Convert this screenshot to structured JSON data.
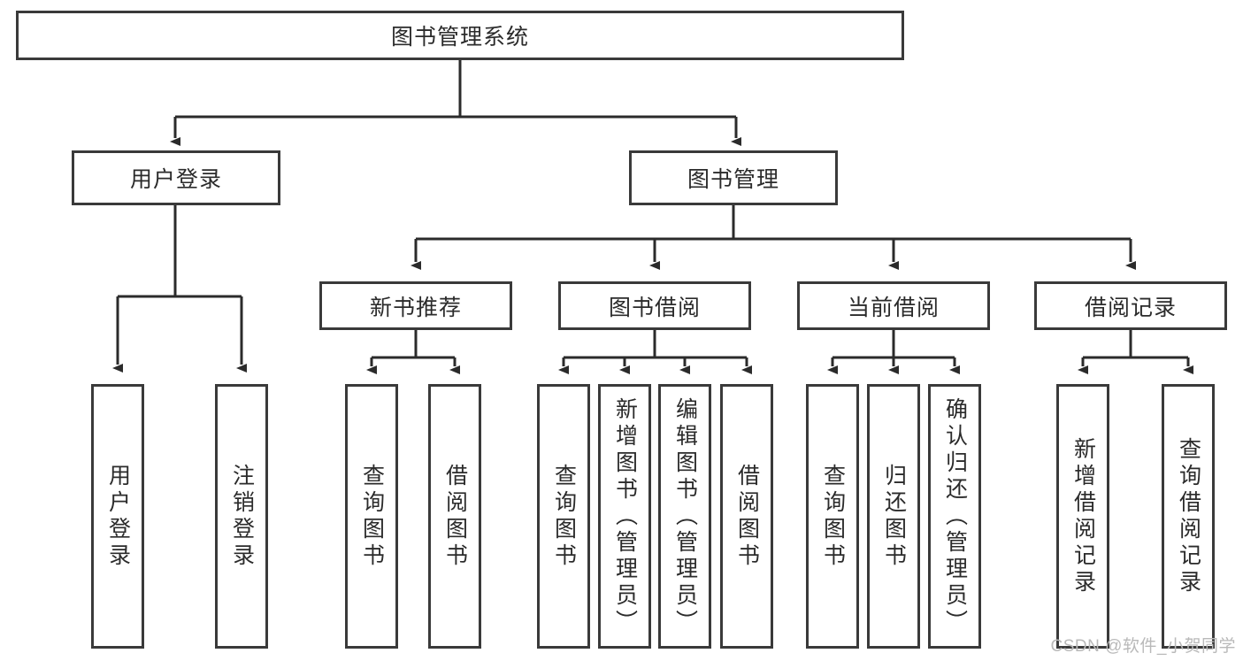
{
  "diagram": {
    "type": "tree",
    "title": "图书管理系统",
    "orientation": "top-down",
    "colors": {
      "box_border": "#3a3a3a",
      "box_fill": "#ffffff",
      "text": "#2b2b2b",
      "edge": "#2b2b2b",
      "watermark": "#b9b9b9",
      "background": "#ffffff"
    },
    "levels": {
      "root": "图书管理系统",
      "level2": [
        "用户登录",
        "图书管理"
      ],
      "level3": [
        "新书推荐",
        "图书借阅",
        "当前借阅",
        "借阅记录"
      ]
    },
    "nodes": {
      "root": {
        "label": "图书管理系统",
        "orientation": "horizontal"
      },
      "user_login": {
        "label": "用户登录",
        "orientation": "horizontal"
      },
      "book_manage": {
        "label": "图书管理",
        "orientation": "horizontal"
      },
      "new_book_rec": {
        "label": "新书推荐",
        "orientation": "horizontal"
      },
      "book_borrow": {
        "label": "图书借阅",
        "orientation": "horizontal"
      },
      "current_borrow": {
        "label": "当前借阅",
        "orientation": "horizontal"
      },
      "borrow_record": {
        "label": "借阅记录",
        "orientation": "horizontal"
      },
      "leaf_user_login": {
        "label": "用户登录",
        "orientation": "vertical"
      },
      "leaf_logout": {
        "label": "注销登录",
        "orientation": "vertical"
      },
      "leaf_query_book_1": {
        "label": "查询图书",
        "orientation": "vertical"
      },
      "leaf_borrow_book_1": {
        "label": "借阅图书",
        "orientation": "vertical"
      },
      "leaf_query_book_2": {
        "label": "查询图书",
        "orientation": "vertical"
      },
      "leaf_add_book": {
        "label": "新增图书（管理员）",
        "orientation": "vertical"
      },
      "leaf_edit_book": {
        "label": "编辑图书（管理员）",
        "orientation": "vertical"
      },
      "leaf_borrow_book_2": {
        "label": "借阅图书",
        "orientation": "vertical"
      },
      "leaf_query_book_3": {
        "label": "查询图书",
        "orientation": "vertical"
      },
      "leaf_return_book": {
        "label": "归还图书",
        "orientation": "vertical"
      },
      "leaf_confirm_return": {
        "label": "确认归还（管理员）",
        "orientation": "vertical"
      },
      "leaf_add_record": {
        "label": "新增借阅记录",
        "orientation": "vertical"
      },
      "leaf_query_record": {
        "label": "查询借阅记录",
        "orientation": "vertical"
      }
    },
    "edges": [
      {
        "from": "root",
        "to": "user_login"
      },
      {
        "from": "root",
        "to": "book_manage"
      },
      {
        "from": "user_login",
        "to": "leaf_user_login"
      },
      {
        "from": "user_login",
        "to": "leaf_logout"
      },
      {
        "from": "book_manage",
        "to": "new_book_rec"
      },
      {
        "from": "book_manage",
        "to": "book_borrow"
      },
      {
        "from": "book_manage",
        "to": "current_borrow"
      },
      {
        "from": "book_manage",
        "to": "borrow_record"
      },
      {
        "from": "new_book_rec",
        "to": "leaf_query_book_1"
      },
      {
        "from": "new_book_rec",
        "to": "leaf_borrow_book_1"
      },
      {
        "from": "book_borrow",
        "to": "leaf_query_book_2"
      },
      {
        "from": "book_borrow",
        "to": "leaf_add_book"
      },
      {
        "from": "book_borrow",
        "to": "leaf_edit_book"
      },
      {
        "from": "book_borrow",
        "to": "leaf_borrow_book_2"
      },
      {
        "from": "current_borrow",
        "to": "leaf_query_book_3"
      },
      {
        "from": "current_borrow",
        "to": "leaf_return_book"
      },
      {
        "from": "current_borrow",
        "to": "leaf_confirm_return"
      },
      {
        "from": "borrow_record",
        "to": "leaf_add_record"
      },
      {
        "from": "borrow_record",
        "to": "leaf_query_record"
      }
    ]
  },
  "watermark": "CSDN @软件_小贺同学"
}
